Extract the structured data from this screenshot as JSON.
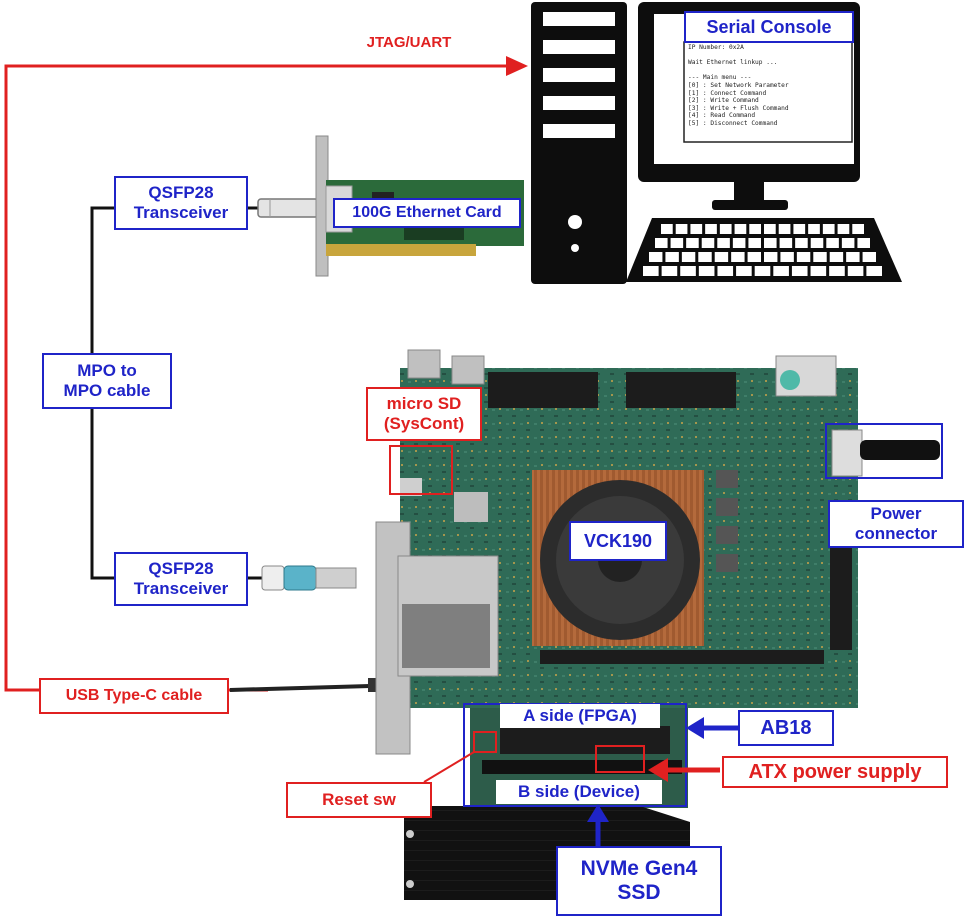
{
  "title": "",
  "labels": {
    "serial_console": "Serial Console",
    "jtag_uart": "JTAG/UART",
    "qsfp_top_line1": "QSFP28",
    "qsfp_top_line2": "Transceiver",
    "ethernet_card": "100G Ethernet Card",
    "mpo_line1": "MPO to",
    "mpo_line2": "MPO cable",
    "micro_sd_line1": "micro SD",
    "micro_sd_line2": "(SysCont)",
    "vck190": "VCK190",
    "power_connector_line1": "Power",
    "power_connector_line2": "connector",
    "qsfp_bottom_line1": "QSFP28",
    "qsfp_bottom_line2": "Transceiver",
    "usb_cable": "USB Type-C cable",
    "a_side": "A side (FPGA)",
    "ab18": "AB18",
    "atx_power": "ATX power supply",
    "reset_sw": "Reset sw",
    "b_side": "B side (Device)",
    "nvme_line1": "NVMe Gen4",
    "nvme_line2": "SSD"
  },
  "console_lines": [
    "IP Number: 0x2A",
    "",
    "Wait Ethernet linkup ...",
    "",
    "--- Main menu ---",
    "[0] : Set Network Parameter",
    "[1] : Connect Command",
    "[2] : Write Command",
    "[3] : Write + Flush Command",
    "[4] : Read Command",
    "[5] : Disconnect Command"
  ],
  "colors": {
    "label_blue": "#1f24c8",
    "label_red": "#e02020",
    "cable_red": "#e02020",
    "cable_black": "#111111",
    "pcb_green": "#2f6b57"
  }
}
